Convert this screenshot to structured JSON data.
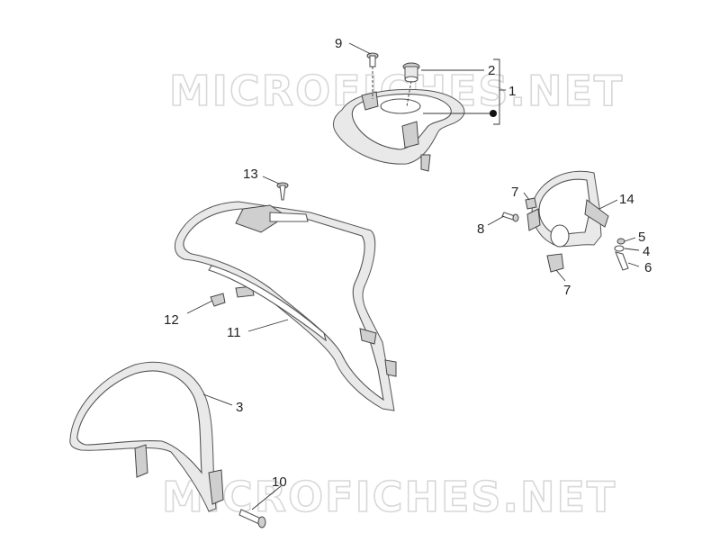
{
  "watermark": "MICROFICHES.NET",
  "colors": {
    "stroke": "#555555",
    "shade": "#e9e9e9",
    "watermark": "#d8d8d8"
  },
  "callouts": {
    "c1": "1",
    "c2": "2",
    "c3": "3",
    "c4": "4",
    "c5": "5",
    "c6": "6",
    "c7a": "7",
    "c7b": "7",
    "c8": "8",
    "c9": "9",
    "c10": "10",
    "c11": "11",
    "c12": "12",
    "c13": "13",
    "c14": "14"
  }
}
